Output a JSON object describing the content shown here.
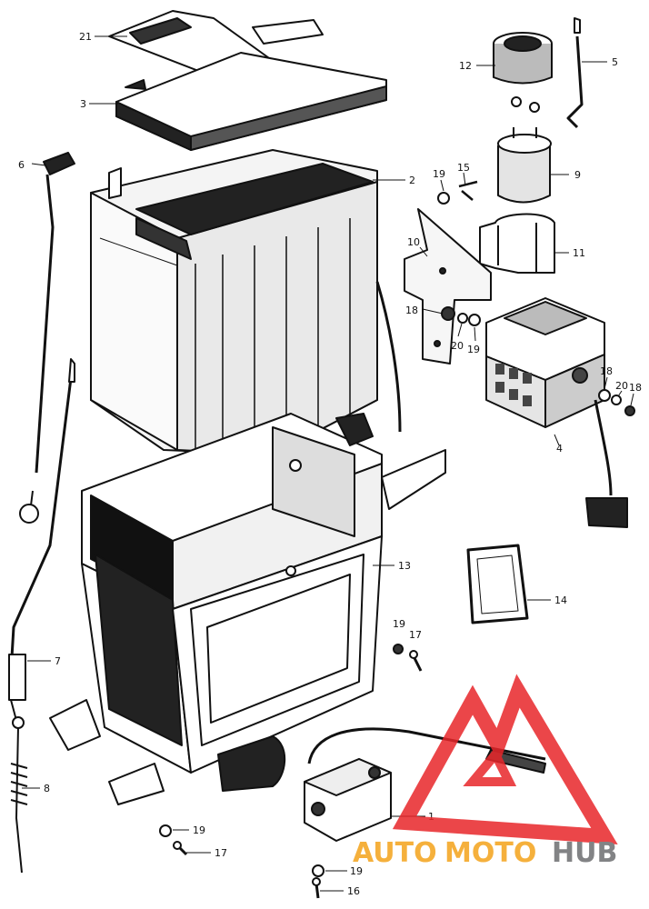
{
  "parts": [
    {
      "id": "p21",
      "label": "21"
    },
    {
      "id": "p3",
      "label": "3"
    },
    {
      "id": "p6",
      "label": "6"
    },
    {
      "id": "p2",
      "label": "2"
    },
    {
      "id": "p12",
      "label": "12"
    },
    {
      "id": "p5",
      "label": "5"
    },
    {
      "id": "p9",
      "label": "9"
    },
    {
      "id": "p19a",
      "label": "19"
    },
    {
      "id": "p15",
      "label": "15"
    },
    {
      "id": "p11",
      "label": "11"
    },
    {
      "id": "p10",
      "label": "10"
    },
    {
      "id": "p18a",
      "label": "18"
    },
    {
      "id": "p20a",
      "label": "20"
    },
    {
      "id": "p19b",
      "label": "19"
    },
    {
      "id": "p18b",
      "label": "18"
    },
    {
      "id": "p20b",
      "label": "20"
    },
    {
      "id": "p18c",
      "label": "18"
    },
    {
      "id": "p4",
      "label": "4"
    },
    {
      "id": "p13",
      "label": "13"
    },
    {
      "id": "p14",
      "label": "14"
    },
    {
      "id": "p7",
      "label": "7"
    },
    {
      "id": "p19c",
      "label": "19"
    },
    {
      "id": "p17a",
      "label": "17"
    },
    {
      "id": "p8",
      "label": "8"
    },
    {
      "id": "p1",
      "label": "1"
    },
    {
      "id": "p19d",
      "label": "19"
    },
    {
      "id": "p17b",
      "label": "17"
    },
    {
      "id": "p19e",
      "label": "19"
    },
    {
      "id": "p16",
      "label": "16"
    }
  ],
  "watermark": {
    "auto": "AUTO",
    "moto": "MOTO",
    "hub": "HUB",
    "colors": {
      "logo": "#e8262a",
      "auto": "#f4a31b",
      "moto": "#f4a31b",
      "hub": "#6d6e70"
    }
  }
}
